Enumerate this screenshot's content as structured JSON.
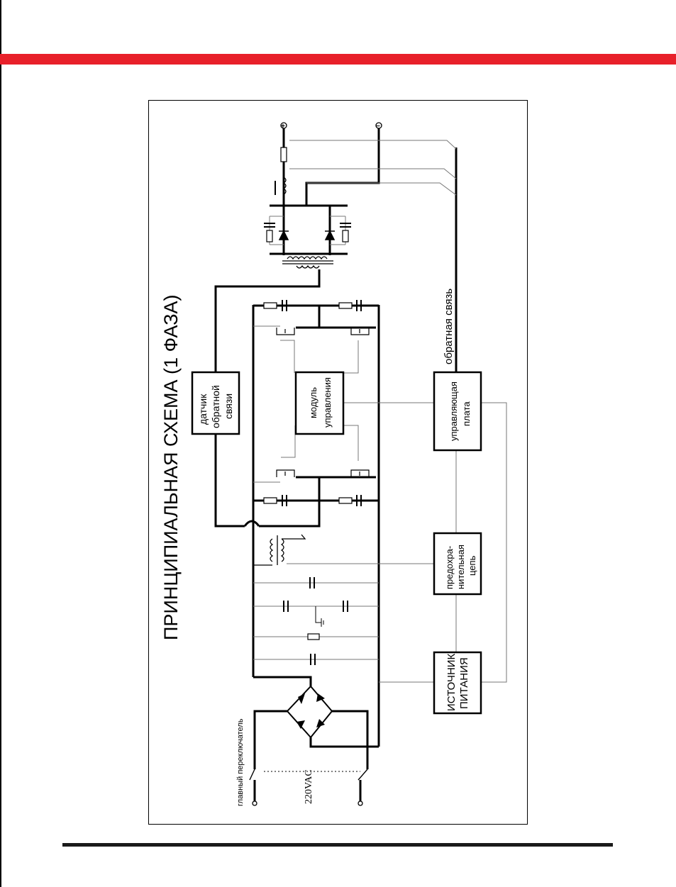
{
  "header": {
    "accent_color": "#e8202a"
  },
  "diagram": {
    "title": "ПРИНЦИПИАЛЬНАЯ СХЕМА (1 ФАЗА)",
    "main_switch_label": "главный переключатель",
    "input_voltage": "220VAC",
    "blocks": {
      "feedback_sensor": [
        "датчик",
        "обратной",
        "связи"
      ],
      "control_module": [
        "модуль",
        "управления"
      ],
      "control_board": [
        "управляющая",
        "плата"
      ],
      "protection_circuit": [
        "предохра-",
        "нительная",
        "цепь"
      ],
      "power_supply": [
        "ИСТОЧНИК",
        "ПИТАНИЯ"
      ]
    },
    "feedback_label": "обратная связь",
    "terminal_plus": "+",
    "terminal_minus": "−"
  }
}
